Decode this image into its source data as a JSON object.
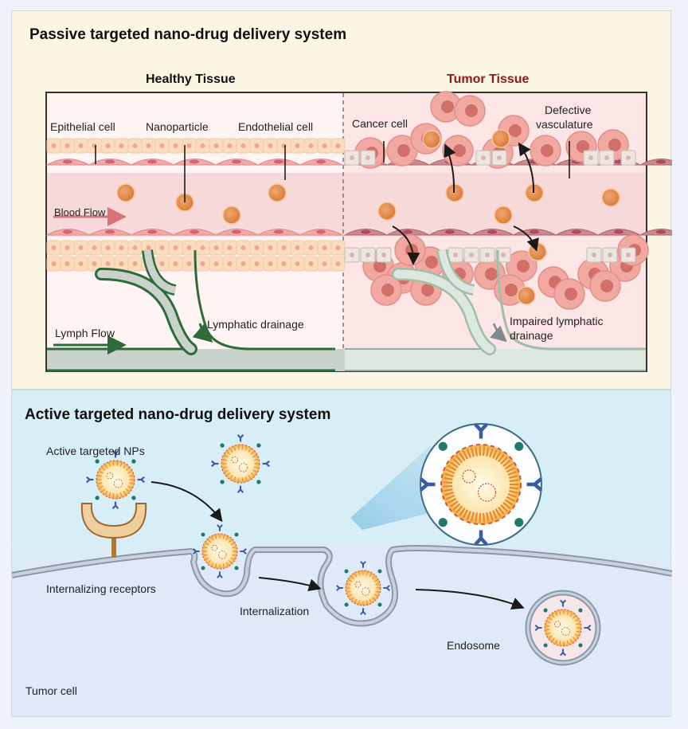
{
  "passive": {
    "title": "Passive targeted nano-drug delivery system",
    "healthy": {
      "heading": "Healthy Tissue",
      "labels": {
        "epithelial": "Epithelial cell",
        "nanoparticle": "Nanoparticle",
        "endothelial": "Endothelial cell",
        "blood_flow": "Blood Flow",
        "lymph_flow": "Lymph Flow",
        "lymphatic_drainage": "Lymphatic drainage"
      }
    },
    "tumor": {
      "heading": "Tumor Tissue",
      "labels": {
        "cancer_cell": "Cancer cell",
        "defective_line1": "Defective",
        "defective_line2": "vasculature",
        "impaired_line1": "Impaired lymphatic",
        "impaired_line2": "drainage"
      }
    }
  },
  "active": {
    "title": "Active targeted nano-drug delivery system",
    "labels": {
      "nps": "Active targeted NPs",
      "receptors": "Internalizing receptors",
      "internalization": "Internalization",
      "endosome": "Endosome",
      "tumor_cell": "Tumor cell"
    }
  },
  "colors": {
    "passive_bg": "#fbf5e3",
    "active_bg": "#d8eef6",
    "tumor_heading": "#8b1a1a",
    "nanoparticle": "#e8955a",
    "lymph_green": "#2e6b3a",
    "blood_arrow": "#d9707a",
    "antibody": "#3b5ba8",
    "ligand": "#1f7a6a"
  }
}
